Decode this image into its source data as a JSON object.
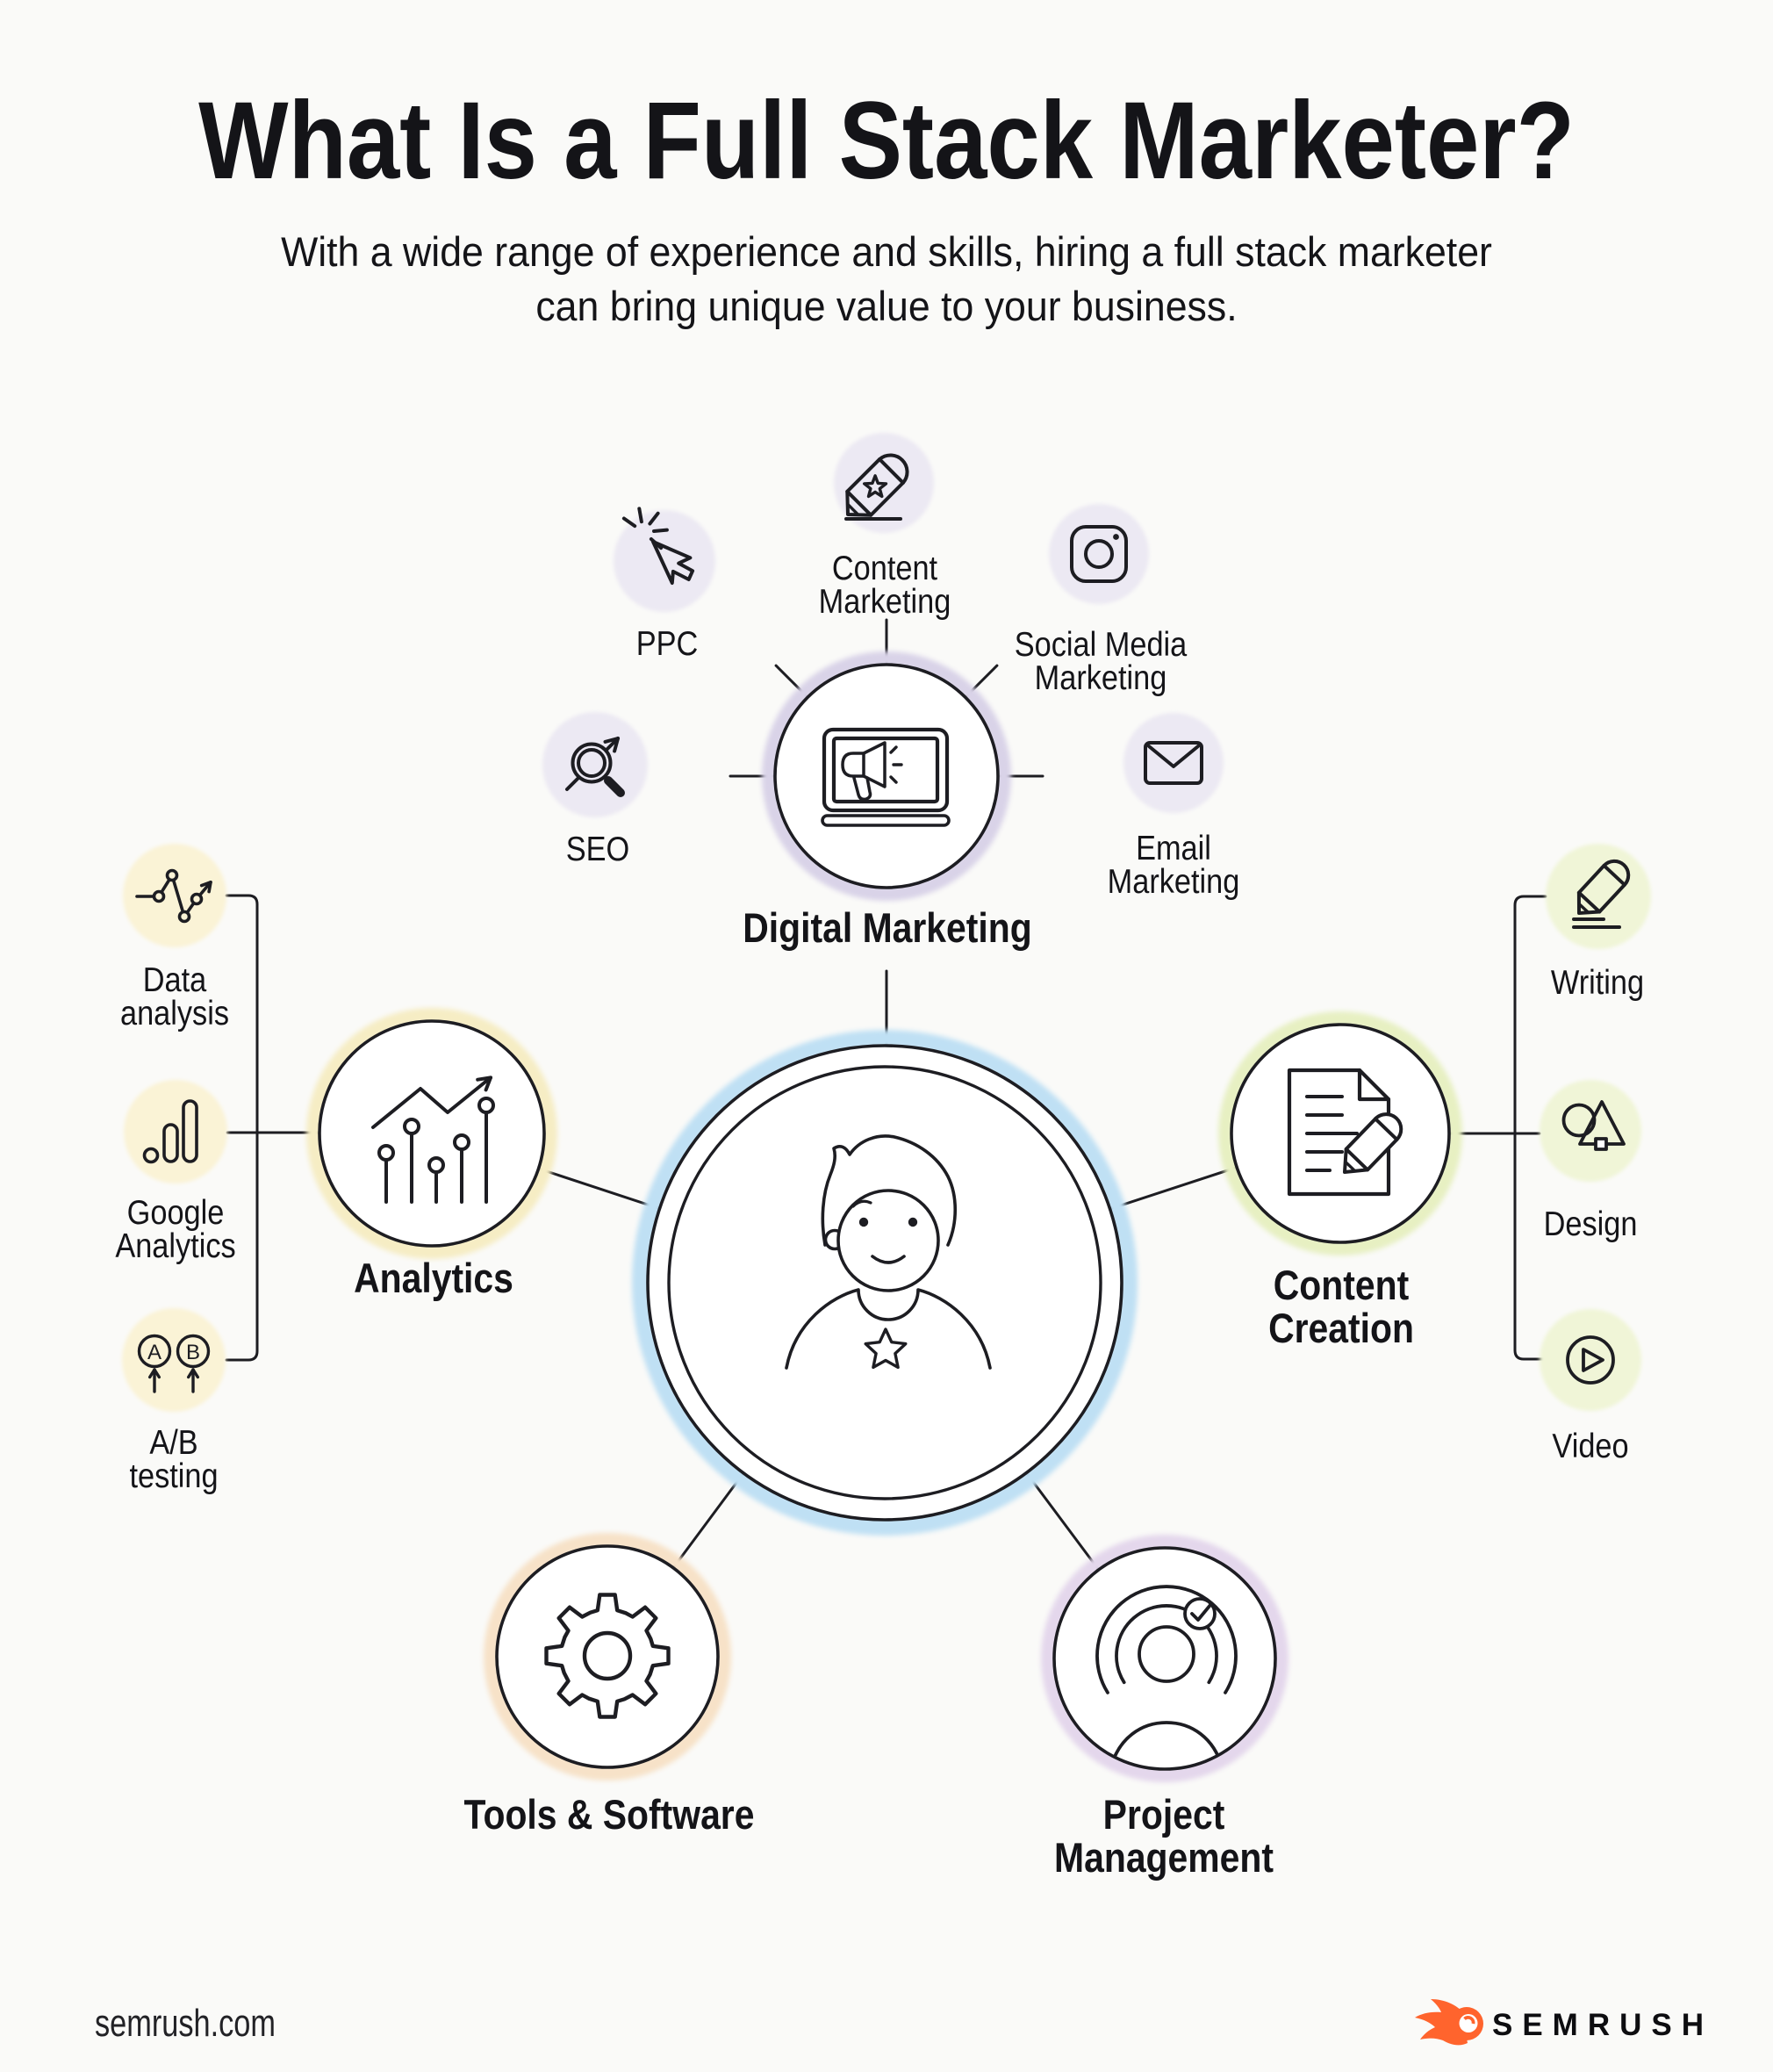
{
  "page": {
    "background": "#fafaf8",
    "ink": "#1d1d22",
    "text_color": "#141418"
  },
  "header": {
    "title": "What Is a Full Stack Marketer?",
    "subtitle": "With a wide range of experience and skills, hiring a full stack marketer\ncan bring unique value to your business."
  },
  "diagram": {
    "center": {
      "name": "Full stack marketer",
      "icon": "marketer-avatar-icon",
      "halo_color": "#c6e3f5"
    },
    "branches": [
      {
        "label": "Digital Marketing",
        "icon": "laptop-megaphone-icon",
        "halo_color": "#d9d3e8",
        "chip_color": "#ece9f3",
        "satellites": [
          {
            "label": "PPC",
            "icon": "cursor-click-icon"
          },
          {
            "label": "SEO",
            "icon": "search-growth-icon"
          },
          {
            "label": "Content\nMarketing",
            "icon": "crayon-star-icon"
          },
          {
            "label": "Social Media\nMarketing",
            "icon": "instagram-icon"
          },
          {
            "label": "Email\nMarketing",
            "icon": "envelope-icon"
          }
        ]
      },
      {
        "label": "Analytics",
        "icon": "chart-growth-icon",
        "halo_color": "#f6edc4",
        "chip_color": "#faf3d6",
        "satellites": [
          {
            "label": "Data\nanalysis",
            "icon": "line-nodes-icon"
          },
          {
            "label": "Google\nAnalytics",
            "icon": "google-analytics-icon"
          },
          {
            "label": "A/B\ntesting",
            "icon": "ab-testing-icon",
            "letters": [
              "A",
              "B"
            ]
          }
        ]
      },
      {
        "label": "Content\nCreation",
        "icon": "document-pencil-icon",
        "halo_color": "#e7f0c2",
        "chip_color": "#f0f5d7",
        "satellites": [
          {
            "label": "Writing",
            "icon": "pencil-lines-icon"
          },
          {
            "label": "Design",
            "icon": "shapes-icon"
          },
          {
            "label": "Video",
            "icon": "play-circle-icon"
          }
        ]
      },
      {
        "label": "Tools & Software",
        "icon": "gear-icon",
        "halo_color": "#f7e2c8",
        "chip_color": null,
        "satellites": []
      },
      {
        "label": "Project\nManagement",
        "icon": "person-orbit-check-icon",
        "halo_color": "#e4d7ec",
        "chip_color": null,
        "satellites": []
      }
    ]
  },
  "footer": {
    "site": "semrush.com",
    "brand": "SEMRUSH",
    "brand_color": "#ff642d"
  }
}
